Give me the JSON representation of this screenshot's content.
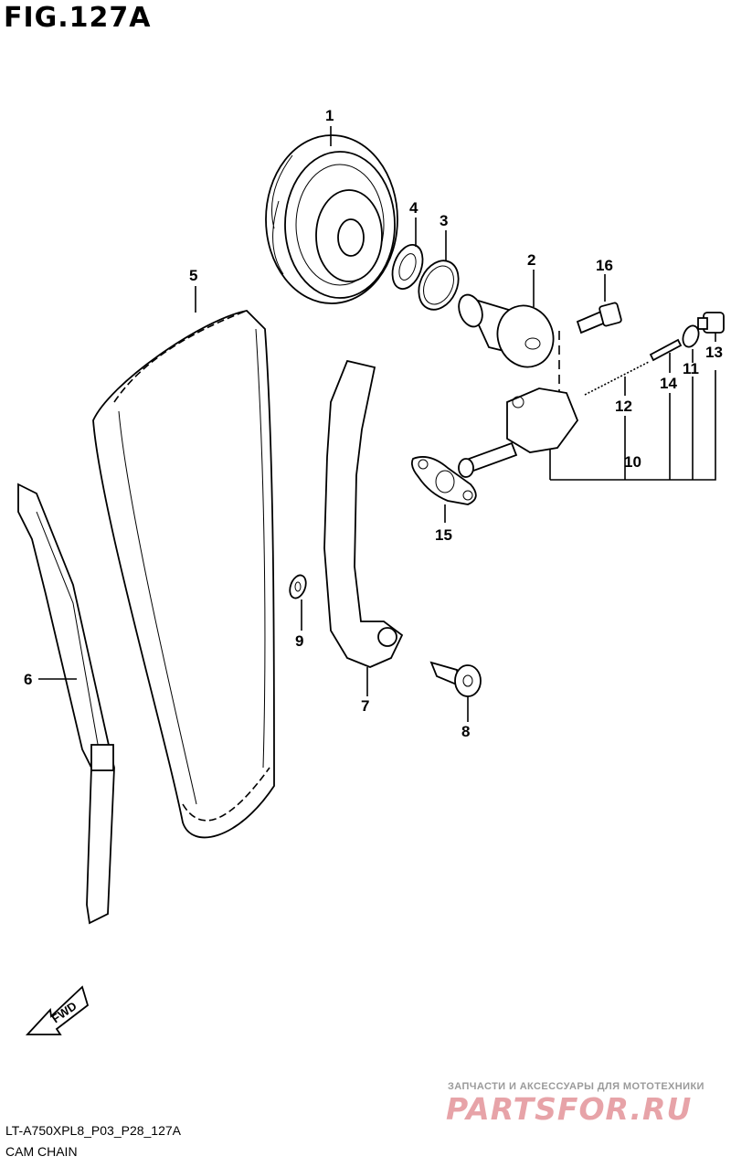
{
  "figure": {
    "title": "FIG.127A"
  },
  "callouts": [
    "1",
    "2",
    "3",
    "4",
    "5",
    "6",
    "7",
    "8",
    "9",
    "10",
    "11",
    "12",
    "13",
    "14",
    "15",
    "16"
  ],
  "fwd_label": "FWD",
  "footer": {
    "model_code": "LT-A750XPL8_P03_P28_127A",
    "section_name": "CAM CHAIN"
  },
  "watermark": {
    "tagline": "ЗАПЧАСТИ И АКСЕССУАРЫ ДЛЯ МОТОТЕХНИКИ",
    "logo": "PARTSFOR.RU"
  }
}
